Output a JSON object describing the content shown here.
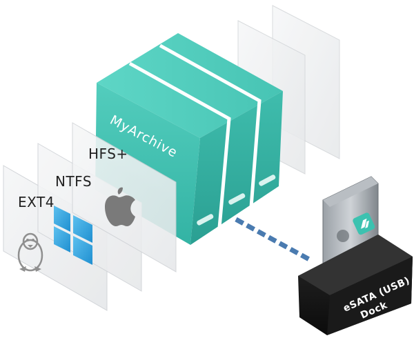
{
  "archive": {
    "label": "MyArchive",
    "color": "#4cc6b6"
  },
  "filesystems": [
    {
      "label": "EXT4",
      "icon": "linux-penguin-icon"
    },
    {
      "label": "NTFS",
      "icon": "windows-logo-icon"
    },
    {
      "label": "HFS+",
      "icon": "apple-logo-icon"
    }
  ],
  "dock": {
    "line1": "eSATA (USB)",
    "line2": "Dock",
    "icon": "drive-brand-icon"
  },
  "colors": {
    "connector": "#4a7bb0",
    "windows": "#2a9bd8",
    "apple": "#7a7a7a",
    "linux": "#9a9a9a",
    "dock": "#111111"
  }
}
